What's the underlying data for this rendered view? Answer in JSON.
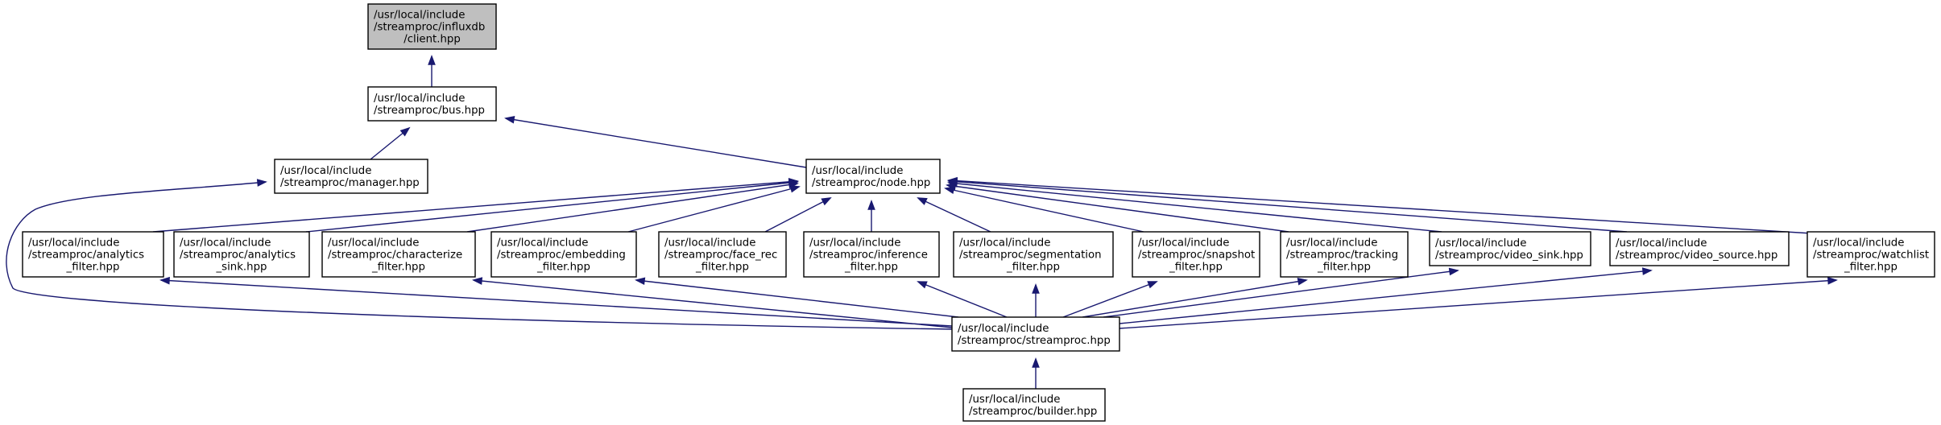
{
  "diagram": {
    "nodes": [
      {
        "id": "client",
        "lines": [
          "/usr/local/include",
          "/streamproc/influxdb",
          "/client.hpp"
        ],
        "highlight": true
      },
      {
        "id": "bus",
        "lines": [
          "/usr/local/include",
          "/streamproc/bus.hpp"
        ]
      },
      {
        "id": "manager",
        "lines": [
          "/usr/local/include",
          "/streamproc/manager.hpp"
        ]
      },
      {
        "id": "node",
        "lines": [
          "/usr/local/include",
          "/streamproc/node.hpp"
        ]
      },
      {
        "id": "analytics_filter",
        "lines": [
          "/usr/local/include",
          "/streamproc/analytics",
          "_filter.hpp"
        ]
      },
      {
        "id": "analytics_sink",
        "lines": [
          "/usr/local/include",
          "/streamproc/analytics",
          "_sink.hpp"
        ]
      },
      {
        "id": "characterize_filter",
        "lines": [
          "/usr/local/include",
          "/streamproc/characterize",
          "_filter.hpp"
        ]
      },
      {
        "id": "embedding_filter",
        "lines": [
          "/usr/local/include",
          "/streamproc/embedding",
          "_filter.hpp"
        ]
      },
      {
        "id": "face_rec_filter",
        "lines": [
          "/usr/local/include",
          "/streamproc/face_rec",
          "_filter.hpp"
        ]
      },
      {
        "id": "inference_filter",
        "lines": [
          "/usr/local/include",
          "/streamproc/inference",
          "_filter.hpp"
        ]
      },
      {
        "id": "segmentation_filter",
        "lines": [
          "/usr/local/include",
          "/streamproc/segmentation",
          "_filter.hpp"
        ]
      },
      {
        "id": "snapshot_filter",
        "lines": [
          "/usr/local/include",
          "/streamproc/snapshot",
          "_filter.hpp"
        ]
      },
      {
        "id": "tracking_filter",
        "lines": [
          "/usr/local/include",
          "/streamproc/tracking",
          "_filter.hpp"
        ]
      },
      {
        "id": "video_sink",
        "lines": [
          "/usr/local/include",
          "/streamproc/video_sink.hpp"
        ]
      },
      {
        "id": "video_source",
        "lines": [
          "/usr/local/include",
          "/streamproc/video_source.hpp"
        ]
      },
      {
        "id": "watchlist_filter",
        "lines": [
          "/usr/local/include",
          "/streamproc/watchlist",
          "_filter.hpp"
        ]
      },
      {
        "id": "streamproc",
        "lines": [
          "/usr/local/include",
          "/streamproc/streamproc.hpp"
        ]
      },
      {
        "id": "builder",
        "lines": [
          "/usr/local/include",
          "/streamproc/builder.hpp"
        ]
      }
    ],
    "edges": [
      {
        "from": "bus",
        "to": "client"
      },
      {
        "from": "manager",
        "to": "bus"
      },
      {
        "from": "node",
        "to": "bus"
      },
      {
        "from": "streamproc",
        "to": "manager"
      },
      {
        "from": "analytics_filter",
        "to": "node"
      },
      {
        "from": "analytics_sink",
        "to": "node"
      },
      {
        "from": "characterize_filter",
        "to": "node"
      },
      {
        "from": "embedding_filter",
        "to": "node"
      },
      {
        "from": "face_rec_filter",
        "to": "node"
      },
      {
        "from": "inference_filter",
        "to": "node"
      },
      {
        "from": "segmentation_filter",
        "to": "node"
      },
      {
        "from": "snapshot_filter",
        "to": "node"
      },
      {
        "from": "tracking_filter",
        "to": "node"
      },
      {
        "from": "video_sink",
        "to": "node"
      },
      {
        "from": "video_source",
        "to": "node"
      },
      {
        "from": "watchlist_filter",
        "to": "node"
      },
      {
        "from": "streamproc",
        "to": "analytics_filter"
      },
      {
        "from": "streamproc",
        "to": "characterize_filter"
      },
      {
        "from": "streamproc",
        "to": "embedding_filter"
      },
      {
        "from": "streamproc",
        "to": "inference_filter"
      },
      {
        "from": "streamproc",
        "to": "segmentation_filter"
      },
      {
        "from": "streamproc",
        "to": "snapshot_filter"
      },
      {
        "from": "streamproc",
        "to": "tracking_filter"
      },
      {
        "from": "streamproc",
        "to": "video_sink"
      },
      {
        "from": "streamproc",
        "to": "video_source"
      },
      {
        "from": "streamproc",
        "to": "watchlist_filter"
      },
      {
        "from": "builder",
        "to": "streamproc"
      }
    ]
  }
}
